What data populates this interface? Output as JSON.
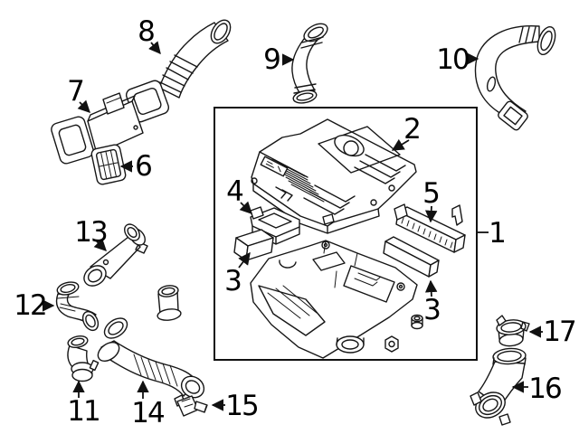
{
  "diagram": {
    "background_color": "#ffffff",
    "line_color": "#161616",
    "label_color": "#000000",
    "callouts": [
      {
        "label": "1"
      },
      {
        "label": "2"
      },
      {
        "label": "3"
      },
      {
        "label": "3"
      },
      {
        "label": "4"
      },
      {
        "label": "5"
      },
      {
        "label": "6"
      },
      {
        "label": "7"
      },
      {
        "label": "8"
      },
      {
        "label": "9"
      },
      {
        "label": "10"
      },
      {
        "label": "11"
      },
      {
        "label": "12"
      },
      {
        "label": "13"
      },
      {
        "label": "14"
      },
      {
        "label": "15"
      },
      {
        "label": "16"
      },
      {
        "label": "17"
      }
    ]
  }
}
